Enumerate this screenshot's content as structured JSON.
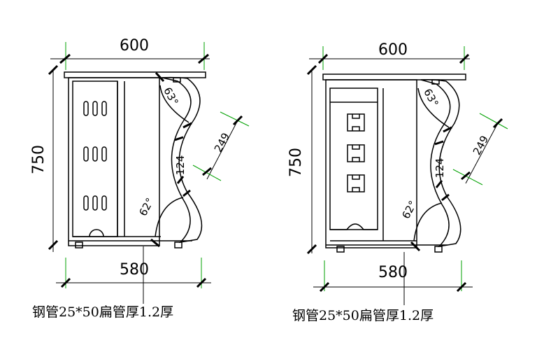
{
  "left_view": {
    "top_width": "600",
    "height": "750",
    "bottom_width": "580",
    "top_angle": "63°",
    "mid_length": "124",
    "side_length": "249",
    "bottom_angle": "62°",
    "note": "钢管25*50扁管厚1.2厚"
  },
  "right_view": {
    "top_width": "600",
    "height": "750",
    "bottom_width": "580",
    "top_angle": "63°",
    "mid_length": "124",
    "side_length": "249",
    "bottom_angle": "62°",
    "note": "钢管25*50扁管厚1.2厚"
  },
  "colors": {
    "extension_lines": "#00a000",
    "lines": "#000000",
    "background": "#ffffff"
  }
}
